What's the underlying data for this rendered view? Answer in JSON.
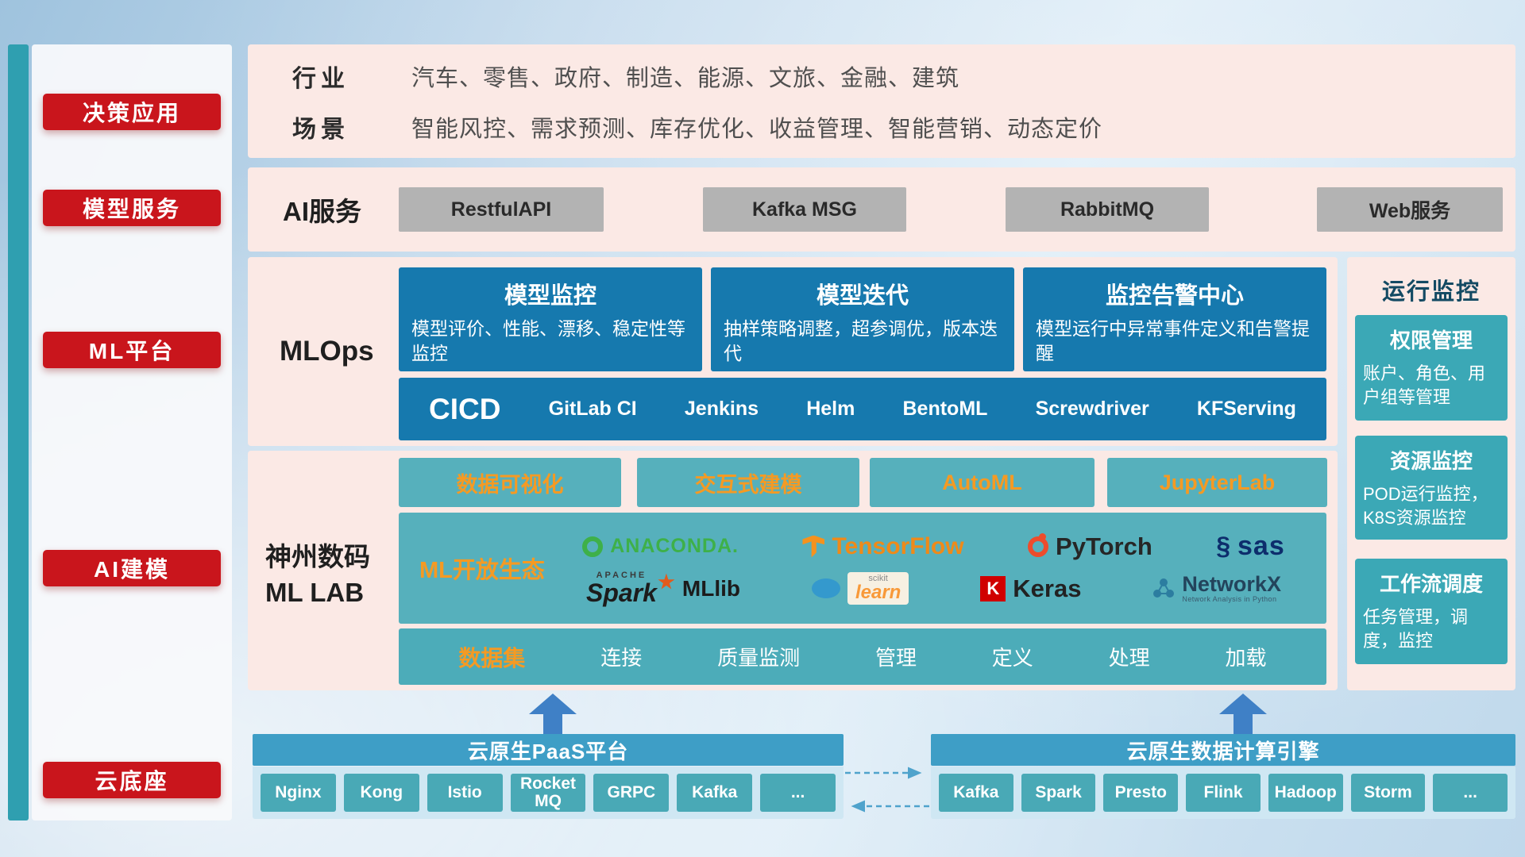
{
  "palette": {
    "accent_red": "#c9151c",
    "panel_pink": "#fbe9e5",
    "primary_blue": "#1679ae",
    "teal": "#4cacb9",
    "orange": "#f59a23",
    "arrow_blue": "#3f80c6",
    "gray_button": "#b3b3b3"
  },
  "sidebar": {
    "items": [
      {
        "label": "决策应用"
      },
      {
        "label": "模型服务"
      },
      {
        "label": "ML平台"
      },
      {
        "label": "AI建模"
      },
      {
        "label": "云底座"
      }
    ]
  },
  "industry": {
    "row1_label": "行业",
    "row1_text": "汽车、零售、政府、制造、能源、文旅、金融、建筑",
    "row2_label": "场景",
    "row2_text": "智能风控、需求预测、库存优化、收益管理、智能营销、动态定价"
  },
  "ai_service": {
    "label": "AI服务",
    "buttons": [
      "RestfulAPI",
      "Kafka MSG",
      "RabbitMQ",
      "Web服务"
    ]
  },
  "mlops": {
    "label": "MLOps",
    "cards": [
      {
        "title": "模型监控",
        "desc": "模型评价、性能、漂移、稳定性等监控"
      },
      {
        "title": "模型迭代",
        "desc": "抽样策略调整，超参调优，版本迭代"
      },
      {
        "title": "监控告警中心",
        "desc": "模型运行中异常事件定义和告警提醒"
      }
    ],
    "cicd": {
      "title": "CICD",
      "tools": [
        "GitLab CI",
        "Jenkins",
        "Helm",
        "BentoML",
        "Screwdriver",
        "KFServing"
      ]
    }
  },
  "mllab": {
    "label_line1": "神州数码",
    "label_line2": "ML LAB",
    "tabs": [
      "数据可视化",
      "交互式建模",
      "AutoML",
      "JupyterLab"
    ],
    "ecosystem_label": "ML开放生态",
    "logos": {
      "anaconda": "ANACONDA.",
      "tensorflow": "TensorFlow",
      "pytorch": "PyTorch",
      "sas": "sas",
      "spark_apache": "APACHE",
      "spark": "Spark",
      "mllib": "MLlib",
      "scikit_top": "scikit",
      "scikit": "learn",
      "keras_k": "K",
      "keras": "Keras",
      "networkx": "NetworkX",
      "networkx_sub": "Network Analysis in Python"
    },
    "dataset": {
      "title": "数据集",
      "items": [
        "连接",
        "质量监测",
        "管理",
        "定义",
        "处理",
        "加载"
      ]
    }
  },
  "monitor": {
    "title": "运行监控",
    "cards": [
      {
        "title": "权限管理",
        "desc": "账户、角色、用户组等管理"
      },
      {
        "title": "资源监控",
        "desc": "POD运行监控，K8S资源监控"
      },
      {
        "title": "工作流调度",
        "desc": "任务管理，调度，监控"
      }
    ]
  },
  "cloud_base": {
    "paas": {
      "title": "云原生PaaS平台",
      "items": [
        "Nginx",
        "Kong",
        "Istio",
        "RocketMQ",
        "GRPC",
        "Kafka",
        "..."
      ]
    },
    "engine": {
      "title": "云原生数据计算引擎",
      "items": [
        "Kafka",
        "Spark",
        "Presto",
        "Flink",
        "Hadoop",
        "Storm",
        "..."
      ]
    }
  }
}
